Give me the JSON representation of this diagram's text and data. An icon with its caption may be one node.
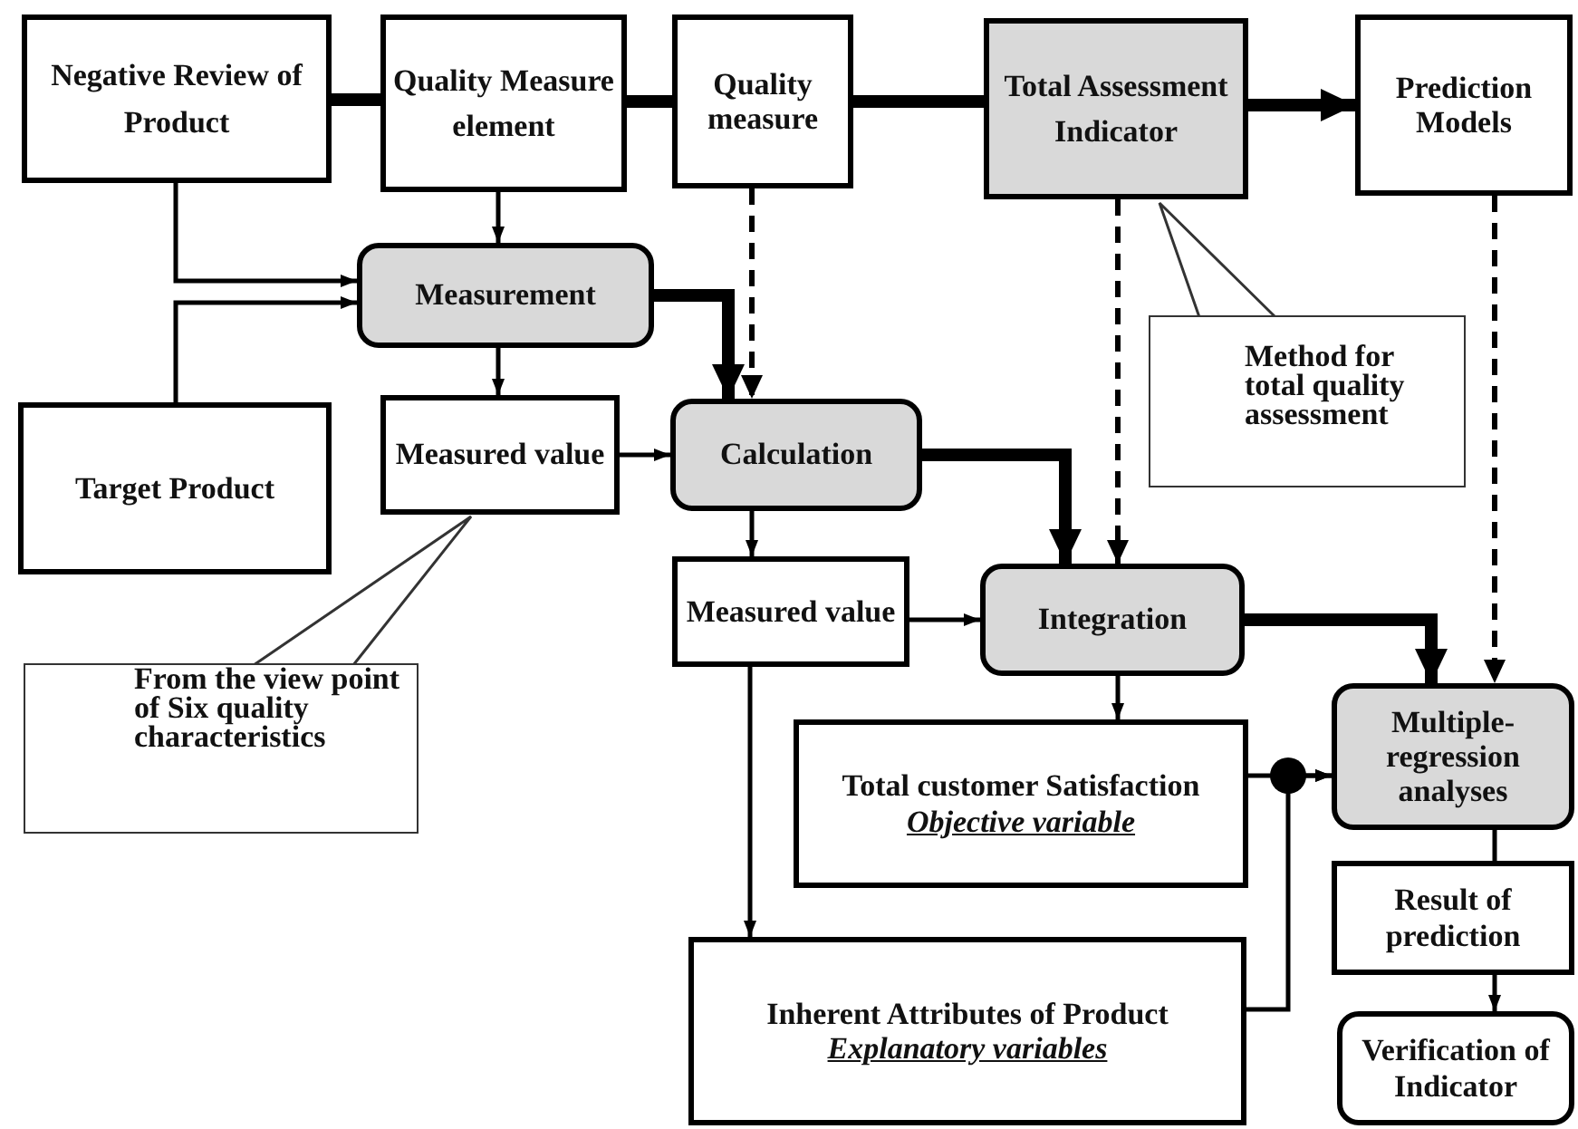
{
  "diagram": {
    "nodes": [
      {
        "text": [
          "Negative Review of Product"
        ]
      },
      {
        "text": [
          "Quality Measure element"
        ]
      },
      {
        "text": [
          "Quality measure"
        ]
      },
      {
        "text": [
          "Total Assessment Indicator"
        ]
      },
      {
        "text": [
          "Prediction Models"
        ]
      },
      {
        "text": [
          "Measurement"
        ]
      },
      {
        "text": [
          "Target Product"
        ]
      },
      {
        "text": [
          "Measured value"
        ]
      },
      {
        "text": [
          "Calculation"
        ]
      },
      {
        "text": [
          "Method for total quality assessment"
        ]
      },
      {
        "text": [
          "From the view point of Six quality characteristics"
        ]
      },
      {
        "text": [
          "Measured value"
        ]
      },
      {
        "text": [
          "Integration"
        ]
      },
      {
        "text": [
          "Total customer Satisfaction",
          "Objective variable"
        ]
      },
      {
        "text": [
          "Multiple-regression analyses"
        ]
      },
      {
        "text": [
          "Inherent Attributes of Product",
          "Explanatory variables"
        ]
      },
      {
        "text": [
          "Result of prediction"
        ]
      },
      {
        "text": [
          "Verification of Indicator"
        ]
      }
    ],
    "edges": [
      {
        "from": 0,
        "to": 1,
        "arrow": "none",
        "style": "thick"
      },
      {
        "from": 1,
        "to": 2,
        "arrow": "none",
        "style": "thick"
      },
      {
        "from": 2,
        "to": 3,
        "arrow": "none",
        "style": "thick"
      },
      {
        "from": 3,
        "to": 4,
        "arrow": "to",
        "style": "thick"
      },
      {
        "from": 1,
        "to": 5,
        "arrow": "to"
      },
      {
        "from": 0,
        "to": 5,
        "arrow": "to"
      },
      {
        "from": 6,
        "to": 5,
        "arrow": "to"
      },
      {
        "from": 5,
        "to": 8,
        "arrow": "to",
        "style": "thick"
      },
      {
        "from": 2,
        "to": 8,
        "arrow": "to",
        "style": "dashed"
      },
      {
        "from": 5,
        "to": 7,
        "arrow": "to"
      },
      {
        "from": 7,
        "to": 8,
        "arrow": "to"
      },
      {
        "from": 8,
        "to": 11,
        "arrow": "to"
      },
      {
        "from": 8,
        "to": 12,
        "arrow": "to",
        "style": "thick"
      },
      {
        "from": 3,
        "to": 12,
        "arrow": "to",
        "style": "dashed"
      },
      {
        "from": 11,
        "to": 12,
        "arrow": "to"
      },
      {
        "from": 11,
        "to": 15,
        "arrow": "to"
      },
      {
        "from": 12,
        "to": 13,
        "arrow": "to"
      },
      {
        "from": 12,
        "to": 14,
        "arrow": "to",
        "style": "thick"
      },
      {
        "from": 4,
        "to": 14,
        "arrow": "to",
        "style": "dashed"
      },
      {
        "from": 13,
        "to": 14,
        "arrow": "to"
      },
      {
        "from": 15,
        "to": 14,
        "arrow": "to"
      },
      {
        "from": 14,
        "to": 16,
        "arrow": "none"
      },
      {
        "from": 16,
        "to": 17,
        "arrow": "to"
      }
    ]
  }
}
